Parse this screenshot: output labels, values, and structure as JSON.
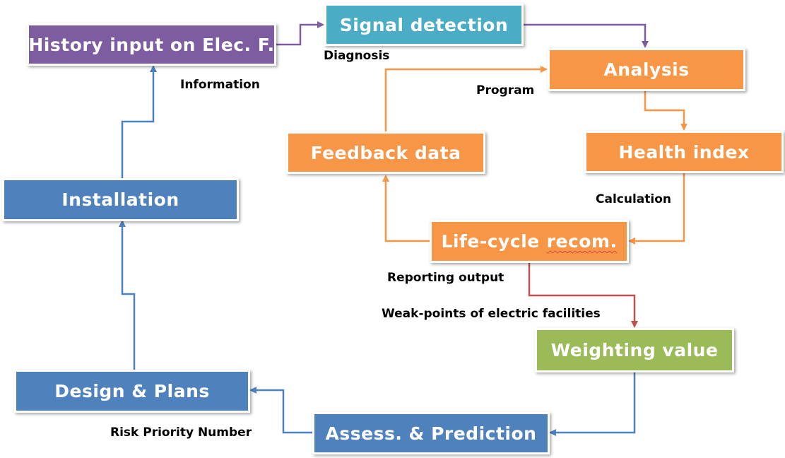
{
  "nodes": {
    "history": "History input on Elec. F.",
    "signal": "Signal detection",
    "analysis": "Analysis",
    "health": "Health index",
    "feedback": "Feedback data",
    "lifecycle_a": "Life-cycle",
    "lifecycle_b": "recom.",
    "weighting": "Weighting value",
    "assess": "Assess. & Prediction",
    "design": "Design & Plans",
    "installation": "Installation"
  },
  "edge_labels": {
    "diagnosis": "Diagnosis",
    "information": "Information",
    "program": "Program",
    "calculation": "Calculation",
    "reporting": "Reporting output",
    "weak_points": "Weak-points of electric facilities",
    "rpn": "Risk Priority Number"
  },
  "colors": {
    "purple": "#7d5ca0",
    "teal": "#4bacc6",
    "orange": "#f79646",
    "green": "#9bbb59",
    "blue": "#4f81bd",
    "red_arrow": "#c0504d"
  }
}
